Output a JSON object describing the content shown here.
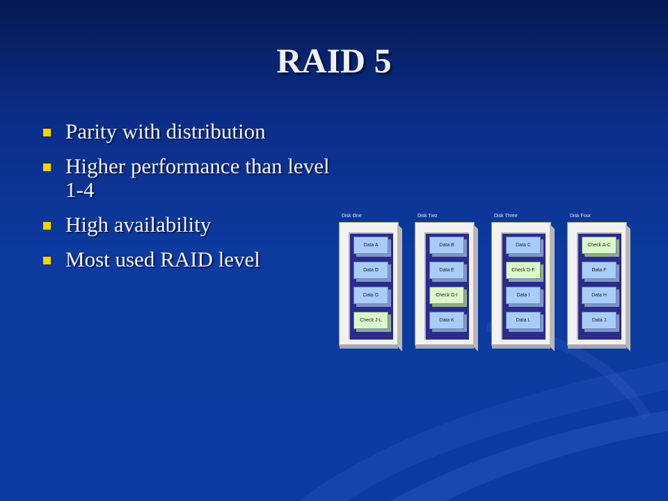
{
  "slide": {
    "title": "RAID 5",
    "bullets": [
      "Parity with distribution",
      "Higher performance than level 1-4",
      "High availability",
      "Most used RAID level"
    ],
    "colors": {
      "background_top": "#061a52",
      "background_main": "#0d3a9e",
      "bullet_marker": "#f7d300",
      "data_block": "#a9cdfb",
      "check_block": "#dcf8c9",
      "bay": "#2a2b8a"
    }
  },
  "diagram": {
    "disks": [
      {
        "label": "Disk One",
        "blocks": [
          {
            "text": "Data A",
            "kind": "data"
          },
          {
            "text": "Data D",
            "kind": "data"
          },
          {
            "text": "Data G",
            "kind": "data"
          },
          {
            "text": "Check J-L",
            "kind": "check"
          }
        ]
      },
      {
        "label": "Disk Two",
        "blocks": [
          {
            "text": "Data B",
            "kind": "data"
          },
          {
            "text": "Data E",
            "kind": "data"
          },
          {
            "text": "Check G-I",
            "kind": "check"
          },
          {
            "text": "Data K",
            "kind": "data"
          }
        ]
      },
      {
        "label": "Disk Three",
        "blocks": [
          {
            "text": "Data C",
            "kind": "data"
          },
          {
            "text": "Check D-F",
            "kind": "check"
          },
          {
            "text": "Data I",
            "kind": "data"
          },
          {
            "text": "Data L",
            "kind": "data"
          }
        ]
      },
      {
        "label": "Disk Four",
        "blocks": [
          {
            "text": "Check A-C",
            "kind": "check"
          },
          {
            "text": "Data F",
            "kind": "data"
          },
          {
            "text": "Data H",
            "kind": "data"
          },
          {
            "text": "Data J",
            "kind": "data"
          }
        ]
      }
    ]
  }
}
